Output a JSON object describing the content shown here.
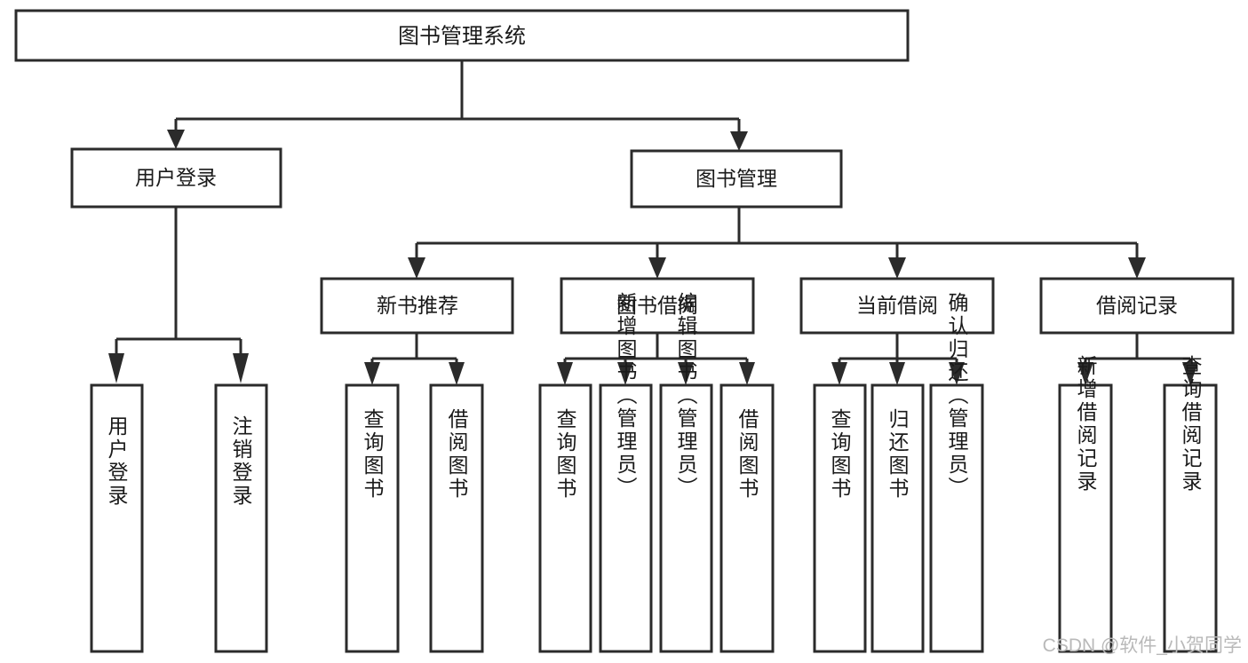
{
  "diagram": {
    "title": "图书管理系统",
    "type": "hierarchy-tree",
    "root": {
      "id": "root",
      "label": "图书管理系统"
    },
    "level2": [
      {
        "id": "user-login",
        "label": "用户登录"
      },
      {
        "id": "book-management",
        "label": "图书管理"
      }
    ],
    "level3": [
      {
        "id": "new-book-recommend",
        "label": "新书推荐",
        "parent": "book-management"
      },
      {
        "id": "book-borrow",
        "label": "图书借阅",
        "parent": "book-management"
      },
      {
        "id": "current-borrow",
        "label": "当前借阅",
        "parent": "book-management"
      },
      {
        "id": "borrow-record",
        "label": "借阅记录",
        "parent": "book-management"
      }
    ],
    "leaves": [
      {
        "id": "leaf-user-login",
        "label": "用户登录",
        "parent": "user-login"
      },
      {
        "id": "leaf-logout-login",
        "label": "注销登录",
        "parent": "user-login"
      },
      {
        "id": "leaf-query-book-1",
        "label": "查询图书",
        "parent": "new-book-recommend"
      },
      {
        "id": "leaf-borrow-book-1",
        "label": "借阅图书",
        "parent": "new-book-recommend"
      },
      {
        "id": "leaf-query-book-2",
        "label": "查询图书",
        "parent": "book-borrow"
      },
      {
        "id": "leaf-add-book",
        "label": "新增图书（管理员）",
        "parent": "book-borrow"
      },
      {
        "id": "leaf-edit-book",
        "label": "编辑图书（管理员）",
        "parent": "book-borrow"
      },
      {
        "id": "leaf-borrow-book-2",
        "label": "借阅图书",
        "parent": "book-borrow"
      },
      {
        "id": "leaf-query-book-3",
        "label": "查询图书",
        "parent": "current-borrow"
      },
      {
        "id": "leaf-return-book",
        "label": "归还图书",
        "parent": "current-borrow"
      },
      {
        "id": "leaf-confirm-return",
        "label": "确认归还（管理员）",
        "parent": "current-borrow"
      },
      {
        "id": "leaf-add-record",
        "label": "新增借阅记录",
        "parent": "borrow-record"
      },
      {
        "id": "leaf-query-record",
        "label": "查询借阅记录",
        "parent": "borrow-record"
      }
    ]
  },
  "watermark": {
    "text": "CSDN @软件_小贺同学"
  },
  "colors": {
    "box_stroke": "#2b2b2b",
    "box_fill": "#ffffff",
    "text": "#1a1a1a",
    "background": "#ffffff",
    "watermark": "#b9b9b9"
  }
}
